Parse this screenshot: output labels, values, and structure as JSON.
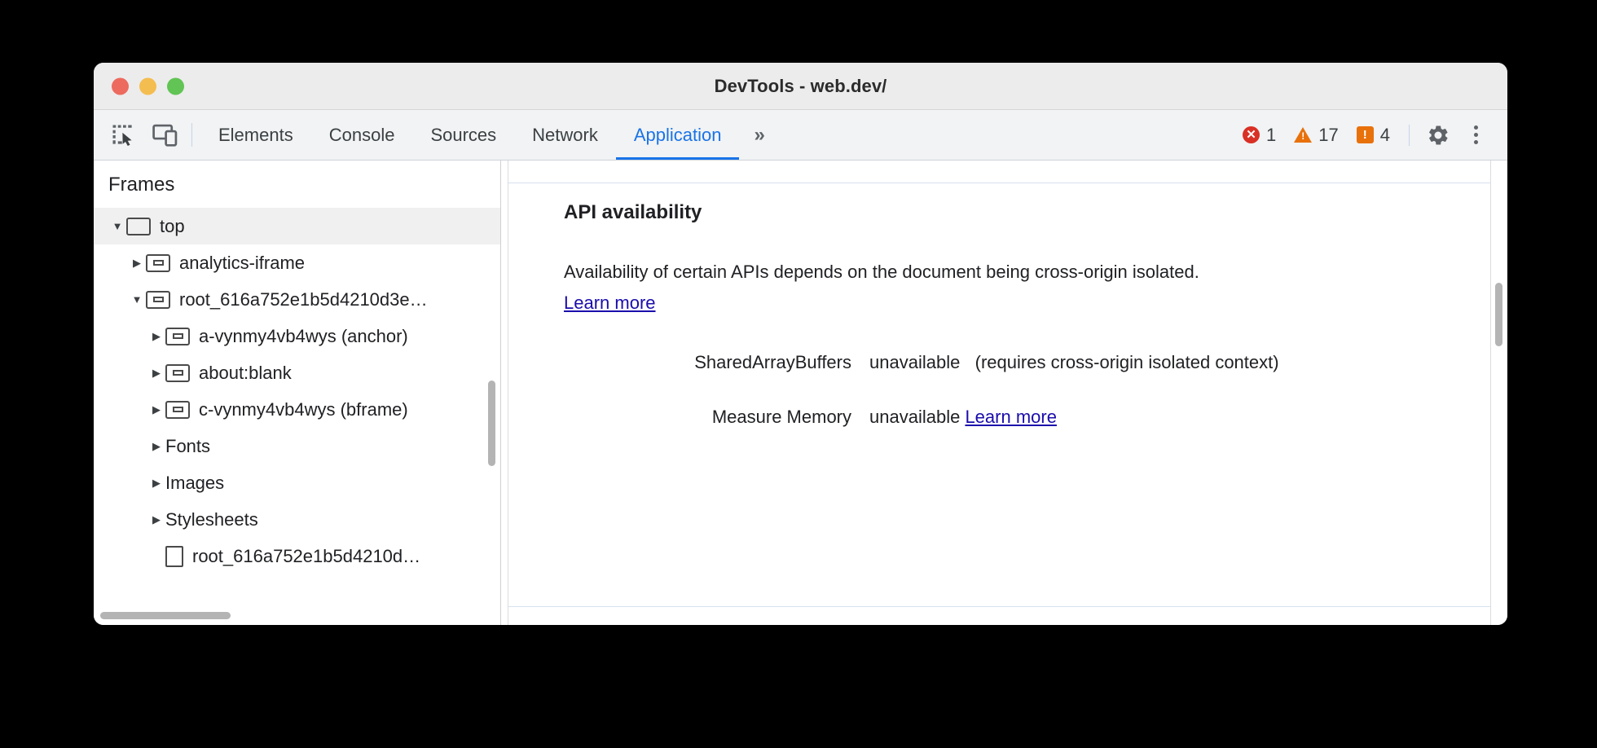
{
  "window": {
    "title": "DevTools - web.dev/",
    "traffic_lights": [
      "close-button",
      "minimize-button",
      "zoom-button"
    ]
  },
  "toolbar": {
    "inspect_icon": "inspect-element-icon",
    "device_icon": "device-toolbar-icon",
    "tabs": [
      {
        "label": "Elements",
        "active": false
      },
      {
        "label": "Console",
        "active": false
      },
      {
        "label": "Sources",
        "active": false
      },
      {
        "label": "Network",
        "active": false
      },
      {
        "label": "Application",
        "active": true
      }
    ],
    "more_tabs_label": "»",
    "counters": {
      "errors": "1",
      "errors_glyph": "✕",
      "warnings": "17",
      "warnings_glyph": "!",
      "issues": "4",
      "issues_glyph": "!"
    },
    "settings_icon": "gear-icon",
    "menu_icon": "kebab-menu-icon",
    "accent_color": "#1a73e8",
    "error_color": "#d93025",
    "warning_color": "#e8710a"
  },
  "sidebar": {
    "header": "Frames",
    "tree": [
      {
        "label": "top",
        "twisty": "▼",
        "icon": "frame-icon",
        "depth": 0,
        "selected": true
      },
      {
        "label": "analytics-iframe",
        "twisty": "▶",
        "icon": "iframe-icon",
        "depth": 1,
        "selected": false
      },
      {
        "label": "root_616a752e1b5d4210d3e…",
        "twisty": "▼",
        "icon": "iframe-icon",
        "depth": 1,
        "selected": false
      },
      {
        "label": "a-vynmy4vb4wys (anchor)",
        "twisty": "▶",
        "icon": "iframe-icon",
        "depth": 2,
        "selected": false
      },
      {
        "label": "about:blank",
        "twisty": "▶",
        "icon": "iframe-icon",
        "depth": 2,
        "selected": false
      },
      {
        "label": "c-vynmy4vb4wys (bframe)",
        "twisty": "▶",
        "icon": "iframe-icon",
        "depth": 2,
        "selected": false
      },
      {
        "label": "Fonts",
        "twisty": "▶",
        "icon": "none",
        "depth": 1,
        "selected": false
      },
      {
        "label": "Images",
        "twisty": "▶",
        "icon": "none",
        "depth": 1,
        "selected": false
      },
      {
        "label": "Stylesheets",
        "twisty": "▶",
        "icon": "none",
        "depth": 1,
        "selected": false
      },
      {
        "label": "root_616a752e1b5d4210d…",
        "twisty": "",
        "icon": "document-icon",
        "depth": 2,
        "selected": false
      }
    ]
  },
  "main": {
    "section_title": "API availability",
    "paragraph_before": "Availability of certain APIs depends on the document being cross-origin isolated. ",
    "paragraph_link": "Learn more",
    "rows": [
      {
        "key": "SharedArrayBuffers",
        "value": "unavailable",
        "note": "(requires cross-origin isolated context)",
        "link": ""
      },
      {
        "key": "Measure Memory",
        "value": "unavailable",
        "note": "",
        "link": "Learn more"
      }
    ]
  }
}
